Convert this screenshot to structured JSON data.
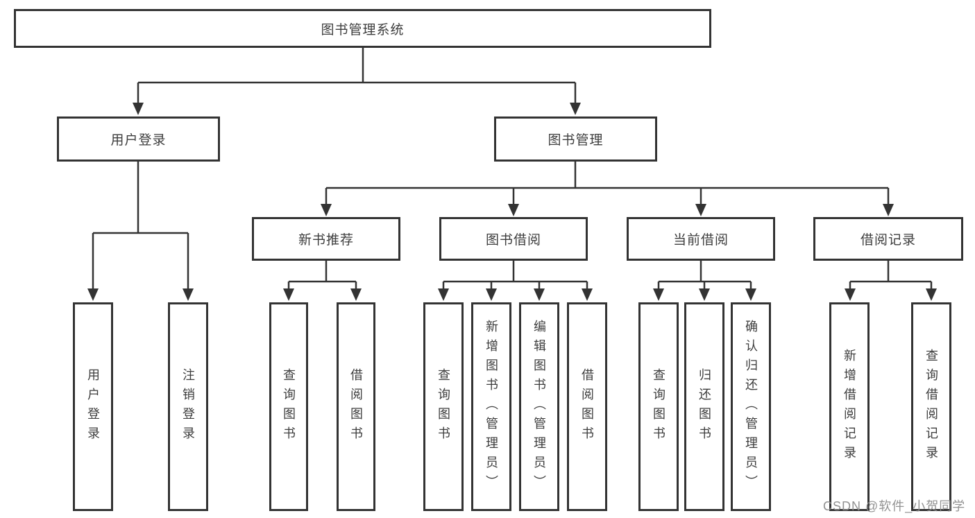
{
  "tree": {
    "label": "图书管理系统",
    "children": [
      {
        "label": "用户登录",
        "children": [
          {
            "label": "用户登录"
          },
          {
            "label": "注销登录"
          }
        ]
      },
      {
        "label": "图书管理",
        "children": [
          {
            "label": "新书推荐",
            "children": [
              {
                "label": "查询图书"
              },
              {
                "label": "借阅图书"
              }
            ]
          },
          {
            "label": "图书借阅",
            "children": [
              {
                "label": "查询图书"
              },
              {
                "label": "新增图书（管理员）"
              },
              {
                "label": "编辑图书（管理员）"
              },
              {
                "label": "借阅图书"
              }
            ]
          },
          {
            "label": "当前借阅",
            "children": [
              {
                "label": "查询图书"
              },
              {
                "label": "归还图书"
              },
              {
                "label": "确认归还（管理员）"
              }
            ]
          },
          {
            "label": "借阅记录",
            "children": [
              {
                "label": "新增借阅记录"
              },
              {
                "label": "查询借阅记录"
              }
            ]
          }
        ]
      }
    ]
  },
  "watermark": "CSDN @软件_小贺同学",
  "colors": {
    "line": "#333333",
    "border": "#333333",
    "text": "#3d3d3d",
    "watermark": "#8c8c8c",
    "background": "#ffffff"
  }
}
